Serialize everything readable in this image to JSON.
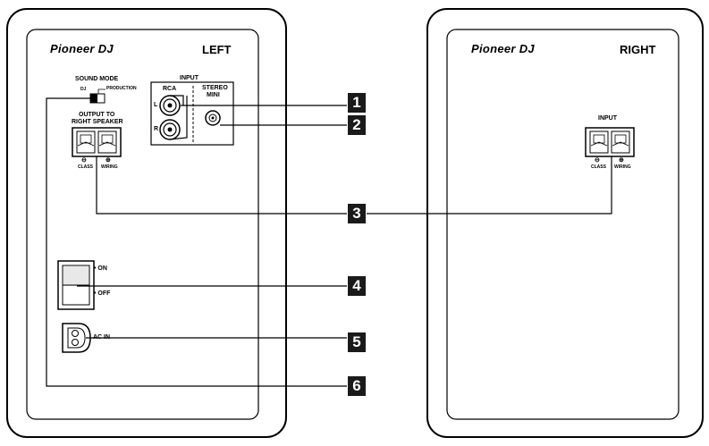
{
  "left_panel": {
    "brand": "Pioneer DJ",
    "side_label": "LEFT",
    "sound_mode": {
      "title": "SOUND MODE",
      "option_dj": "DJ",
      "option_production": "PRODUCTION"
    },
    "input": {
      "title": "INPUT",
      "rca": "RCA",
      "rca_l": "L",
      "rca_r": "R",
      "stereo_mini_line1": "STEREO",
      "stereo_mini_line2": "MINI"
    },
    "output": {
      "title_line1": "OUTPUT TO",
      "title_line2": "RIGHT SPEAKER",
      "minus": "⊖",
      "plus": "⊕",
      "class": "CLASS",
      "wiring": "WIRING"
    },
    "power": {
      "on": "• ON",
      "off": "• OFF"
    },
    "ac_in": "AC IN"
  },
  "right_panel": {
    "brand": "Pioneer DJ",
    "side_label": "RIGHT",
    "input": {
      "title": "INPUT",
      "minus": "⊖",
      "plus": "⊕",
      "class": "CLASS",
      "wiring": "WIRING"
    }
  },
  "callouts": [
    "1",
    "2",
    "3",
    "4",
    "5",
    "6"
  ]
}
